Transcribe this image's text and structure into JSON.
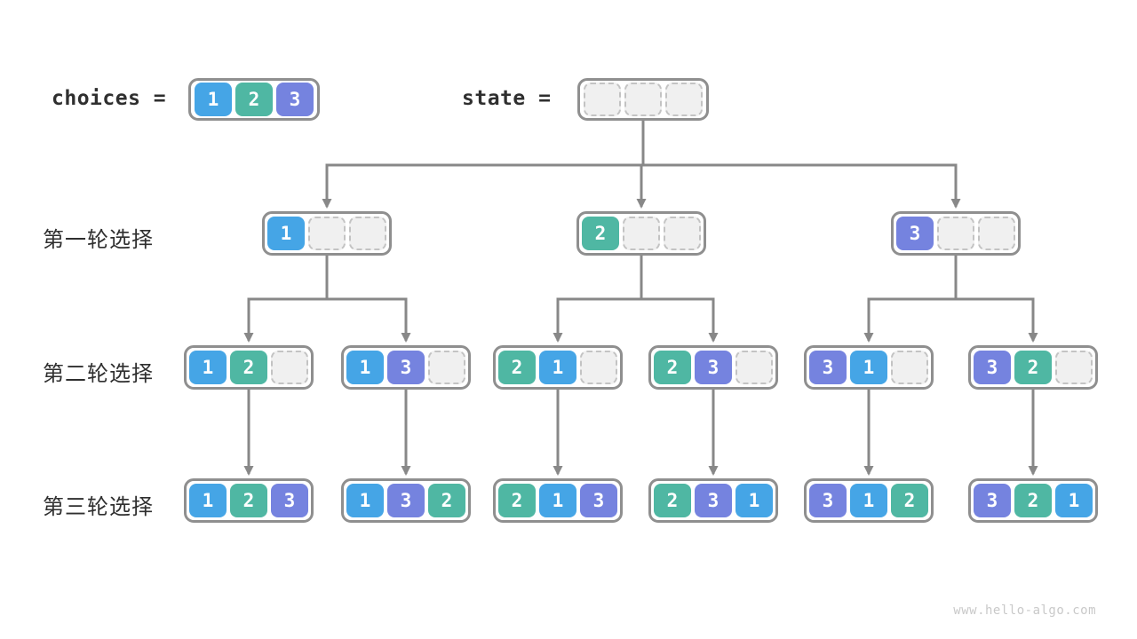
{
  "page": {
    "watermark": "www.hello-algo.com"
  },
  "palette": {
    "1": "#45A5E6",
    "2": "#4FB7A3",
    "3": "#7583DF",
    "empty_fill": "#F0F0F0",
    "empty_border": "#C3C3C3",
    "box_border": "#8F8F8F",
    "arrow": "#888888",
    "label_text": "#2F2F2F",
    "watermark_text": "#C9C9C9"
  },
  "header": {
    "choices_label": "choices =",
    "state_label": "state =",
    "choices_values": [
      "1",
      "2",
      "3"
    ],
    "state_values": [
      "",
      "",
      ""
    ]
  },
  "rows": [
    {
      "label": "第一轮选择",
      "boxes": [
        [
          "1",
          "",
          ""
        ],
        [
          "2",
          "",
          ""
        ],
        [
          "3",
          "",
          ""
        ]
      ]
    },
    {
      "label": "第二轮选择",
      "boxes": [
        [
          "1",
          "2",
          ""
        ],
        [
          "1",
          "3",
          ""
        ],
        [
          "2",
          "1",
          ""
        ],
        [
          "2",
          "3",
          ""
        ],
        [
          "3",
          "1",
          ""
        ],
        [
          "3",
          "2",
          ""
        ]
      ]
    },
    {
      "label": "第三轮选择",
      "boxes": [
        [
          "1",
          "2",
          "3"
        ],
        [
          "1",
          "3",
          "2"
        ],
        [
          "2",
          "1",
          "3"
        ],
        [
          "2",
          "3",
          "1"
        ],
        [
          "3",
          "1",
          "2"
        ],
        [
          "3",
          "2",
          "1"
        ]
      ]
    }
  ],
  "edges": {
    "root_children": [
      0,
      1,
      2
    ],
    "round1_children": [
      [
        0,
        1
      ],
      [
        2,
        3
      ],
      [
        4,
        5
      ]
    ],
    "round2_children": [
      0,
      1,
      2,
      3,
      4,
      5
    ]
  }
}
